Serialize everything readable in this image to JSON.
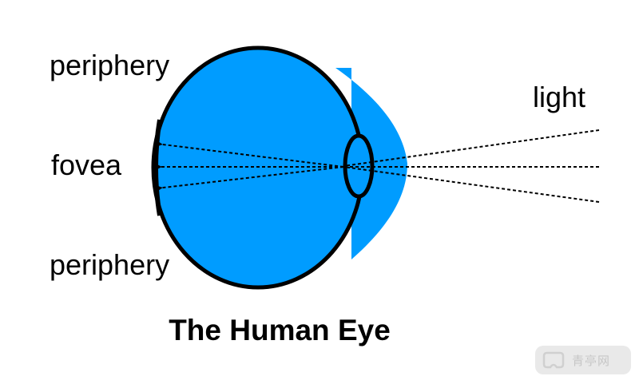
{
  "labels": {
    "periphery_top": "periphery",
    "fovea": "fovea",
    "periphery_bottom": "periphery",
    "light": "light"
  },
  "title": "The Human Eye",
  "watermark": {
    "text": "青亭网",
    "icon": "vr-headset-logo-icon"
  },
  "colors": {
    "eye_fill": "#009cff",
    "outline": "#000000",
    "rays": "#000000",
    "background": "#ffffff"
  }
}
